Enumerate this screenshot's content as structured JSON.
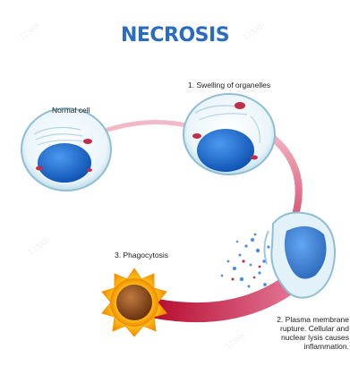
{
  "title": "NECROSIS",
  "colors": {
    "title": "#2a6cc0",
    "nucleus": "#1f6fd6",
    "membrane": "#9cc9de",
    "path": "#d85a78",
    "path_dark": "#b80f32",
    "phagocyte": "#ffb300",
    "phagocyte_core": "#8a4a1a"
  },
  "labels": {
    "normal_cell": "Normal cell",
    "step1": "1. Swelling of organelles",
    "step2_line1": "2. Plasma membrane",
    "step2_line2": "rupture. Cellular and",
    "step2_line3": "nuclear lysis causes",
    "step2_line4": "inflammation.",
    "step3": "3. Phagocytosis"
  },
  "watermark": "123RF"
}
